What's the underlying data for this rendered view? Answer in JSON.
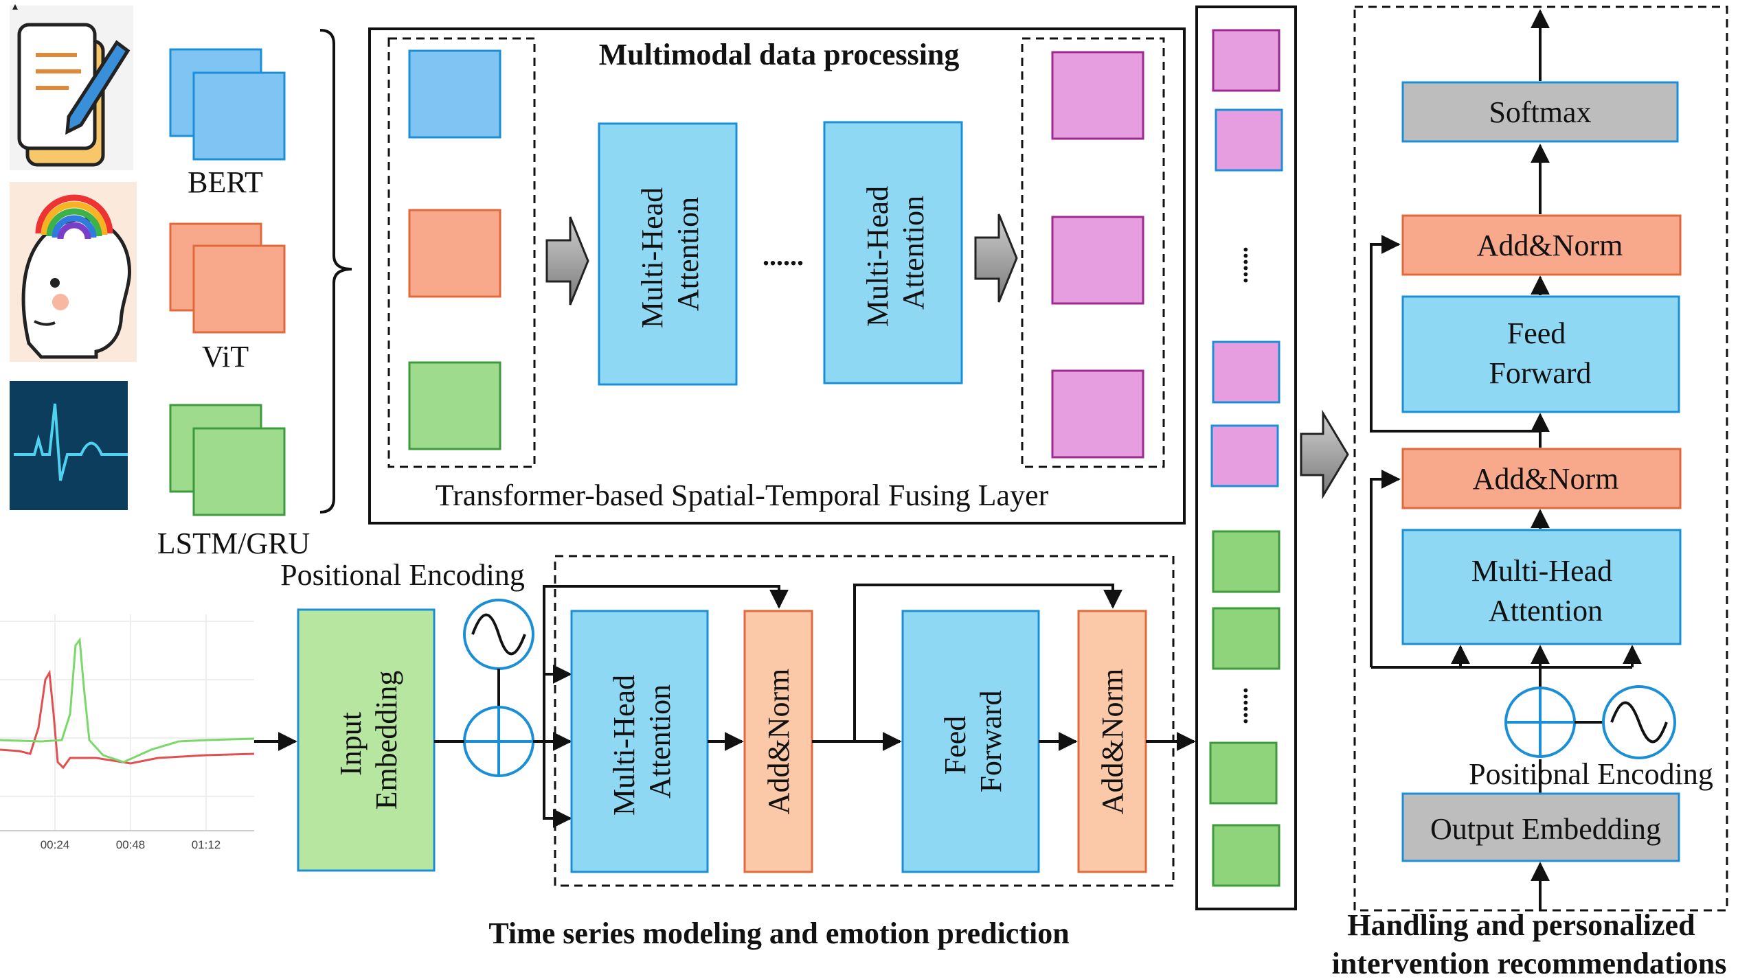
{
  "colors": {
    "blue_fill": "#8fd8f4",
    "blue_stroke": "#1b8fd6",
    "orange_fill": "#f6b89a",
    "orange_stroke": "#e06a3d",
    "peach_fill": "#fbc9a8",
    "green_fill": "#b6e6a0",
    "green_stroke": "#3d9a3d",
    "pink_fill": "#e79ee0",
    "pink_stroke": "#9c2a8f",
    "gray_fill": "#bdbdbd",
    "ecg_red": "#e05050",
    "ecg_green": "#7ad86a"
  },
  "icons": {
    "notepad": "notepad-pencil-icon",
    "head": "head-rainbow-icon",
    "ecg": "ecg-monitor-icon",
    "sine": "sine-wave-icon",
    "adder": "circled-plus-icon"
  },
  "encoders": {
    "bert": "BERT",
    "vit": "ViT",
    "lstm": "LSTM/GRU"
  },
  "fusion": {
    "title": "Multimodal data processing",
    "attention_1": [
      "Multi-Head",
      "Attention"
    ],
    "ellipsis": "......",
    "attention_2": [
      "Multi-Head",
      "Attention"
    ],
    "caption": "Transformer-based Spatial-Temporal Fusing Layer"
  },
  "timeseries": {
    "positional_encoding": "Positional Encoding",
    "input_embedding": [
      "Input",
      "Embedding"
    ],
    "attention": [
      "Multi-Head",
      "Attention"
    ],
    "add_norm_1": "Add&Norm",
    "feed_forward": [
      "Feed",
      "Forward"
    ],
    "add_norm_2": "Add&Norm",
    "ticks": [
      "00:24",
      "00:48",
      "01:12"
    ],
    "caption": "Time series modeling and emotion prediction"
  },
  "feature_stack": {
    "ellipsis_1": "......",
    "ellipsis_2": "......"
  },
  "decoder": {
    "softmax": "Softmax",
    "add_norm_top": "Add&Norm",
    "feed_forward": [
      "Feed",
      "Forward"
    ],
    "add_norm_mid": "Add&Norm",
    "attention": [
      "Multi-Head",
      "Attention"
    ],
    "positional_encoding": "Positional Encoding",
    "output_embedding": "Output Embedding",
    "caption": [
      "Handling and personalized",
      "intervention recommendations"
    ]
  }
}
